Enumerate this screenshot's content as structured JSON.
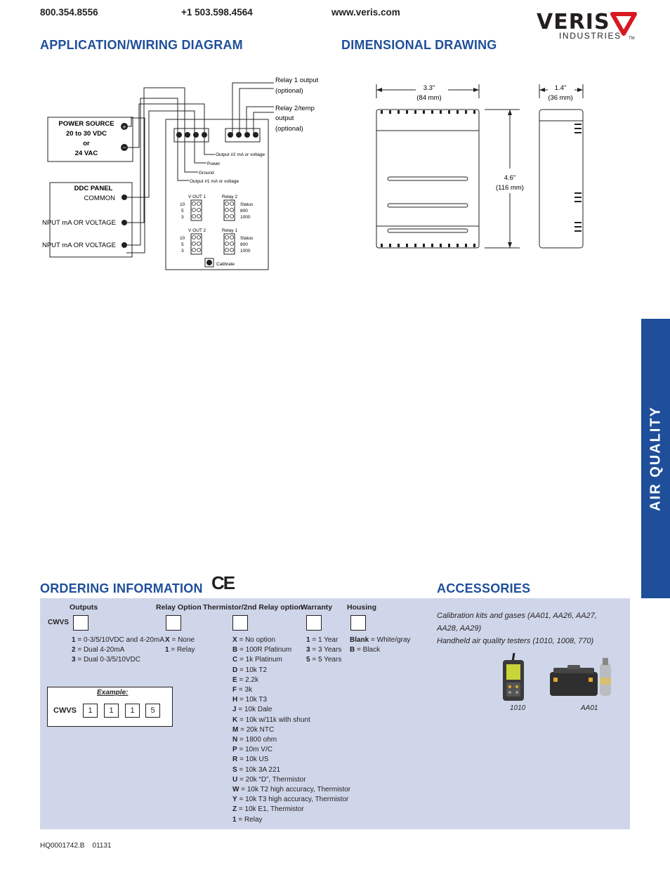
{
  "header": {
    "phone1": "800.354.8556",
    "phone2": "+1 503.598.4564",
    "website": "www.veris.com",
    "logo_main": "VERIS",
    "logo_sub": "INDUSTRIES",
    "logo_tm": "TM"
  },
  "side_tab": {
    "label": "AIR QUALITY",
    "color": "#1f4f9a"
  },
  "sections": {
    "wiring": "APPLICATION/WIRING DIAGRAM",
    "dimensional": "DIMENSIONAL DRAWING",
    "ordering": "ORDERING INFORMATION",
    "accessories": "ACCESSORIES"
  },
  "wiring": {
    "power_source": [
      "POWER SOURCE",
      "20 to 30 VDC",
      "or",
      "24 VAC"
    ],
    "ddc_panel": "DDC PANEL",
    "common": "COMMON",
    "input1": "INPUT mA OR VOLTAGE",
    "input2": "INPUT mA OR VOLTAGE",
    "relay1_output": [
      "Relay 1 output",
      "(optional)"
    ],
    "relay2_output": [
      "Relay 2/temp",
      "output",
      "(optional)"
    ],
    "output2": "Output #2 mA or voltage",
    "power": "Power",
    "ground": "Ground",
    "output1": "Output #1 mA or voltage",
    "vout1": "V OUT 1",
    "vout2": "V OUT 2",
    "relay2": "Relay 2",
    "relay1": "Relay 1",
    "levels": [
      "10",
      "5",
      "3"
    ],
    "status": [
      "Status",
      "800",
      "1000"
    ],
    "calibrate": "Calibrate"
  },
  "dimensional": {
    "width_in": "3.3\"",
    "width_mm": "(84 mm)",
    "depth_in": "1.4\"",
    "depth_mm": "(36 mm)",
    "height_in": "4.6\"",
    "height_mm": "(116 mm)"
  },
  "ordering": {
    "model": "CWVS",
    "columns": {
      "outputs": {
        "header": "Outputs",
        "options": [
          {
            "code": "1",
            "text": "= 0-3/5/10VDC and 4-20mA"
          },
          {
            "code": "2",
            "text": "= Dual 4-20mA"
          },
          {
            "code": "3",
            "text": "= Dual 0-3/5/10VDC"
          }
        ]
      },
      "relay": {
        "header": "Relay Option",
        "options": [
          {
            "code": "X",
            "text": "= None"
          },
          {
            "code": "1",
            "text": "= Relay"
          }
        ]
      },
      "thermistor": {
        "header": "Thermistor/2nd Relay option",
        "options": [
          {
            "code": "X",
            "text": "= No option"
          },
          {
            "code": "B",
            "text": "= 100R Platinum"
          },
          {
            "code": "C",
            "text": "= 1k Platinum"
          },
          {
            "code": "D",
            "text": "= 10k T2"
          },
          {
            "code": "E",
            "text": "= 2.2k"
          },
          {
            "code": "F",
            "text": "= 3k"
          },
          {
            "code": "H",
            "text": "= 10k T3"
          },
          {
            "code": "J",
            "text": "= 10k Dale"
          },
          {
            "code": "K",
            "text": "= 10k w/11k with shunt"
          },
          {
            "code": "M",
            "text": "= 20k NTC"
          },
          {
            "code": "N",
            "text": "= 1800 ohm"
          },
          {
            "code": "P",
            "text": "= 10m V/C"
          },
          {
            "code": "R",
            "text": "= 10k US"
          },
          {
            "code": "S",
            "text": "= 10k 3A 221"
          },
          {
            "code": "U",
            "text": "= 20k “D”, Thermistor"
          },
          {
            "code": "W",
            "text": "= 10k T2 high accuracy, Thermistor"
          },
          {
            "code": "Y",
            "text": "= 10k T3 high accuracy, Thermistor"
          },
          {
            "code": "Z",
            "text": "= 10k E1, Thermistor"
          },
          {
            "code": "1",
            "text": "= Relay"
          }
        ]
      },
      "warranty": {
        "header": "Warranty",
        "options": [
          {
            "code": "1",
            "text": "= 1 Year"
          },
          {
            "code": "3",
            "text": "= 3 Years"
          },
          {
            "code": "5",
            "text": "= 5 Years"
          }
        ]
      },
      "housing": {
        "header": "Housing",
        "options": [
          {
            "code": "Blank",
            "text": "= White/gray"
          },
          {
            "code": "B",
            "text": "= Black"
          }
        ]
      }
    },
    "example": {
      "label": "Example:",
      "model": "CWVS",
      "values": [
        "1",
        "1",
        "1",
        "5"
      ]
    }
  },
  "accessories": {
    "lines": [
      "Calibration kits and gases (AA01, AA26, AA27,",
      "AA28, AA29)",
      "Handheld air quality testers (1010, 1008, 770)"
    ],
    "img1_caption": "1010",
    "img2_caption": "AA01"
  },
  "footer": {
    "doc_id": "HQ0001742.B",
    "code": "01131"
  }
}
